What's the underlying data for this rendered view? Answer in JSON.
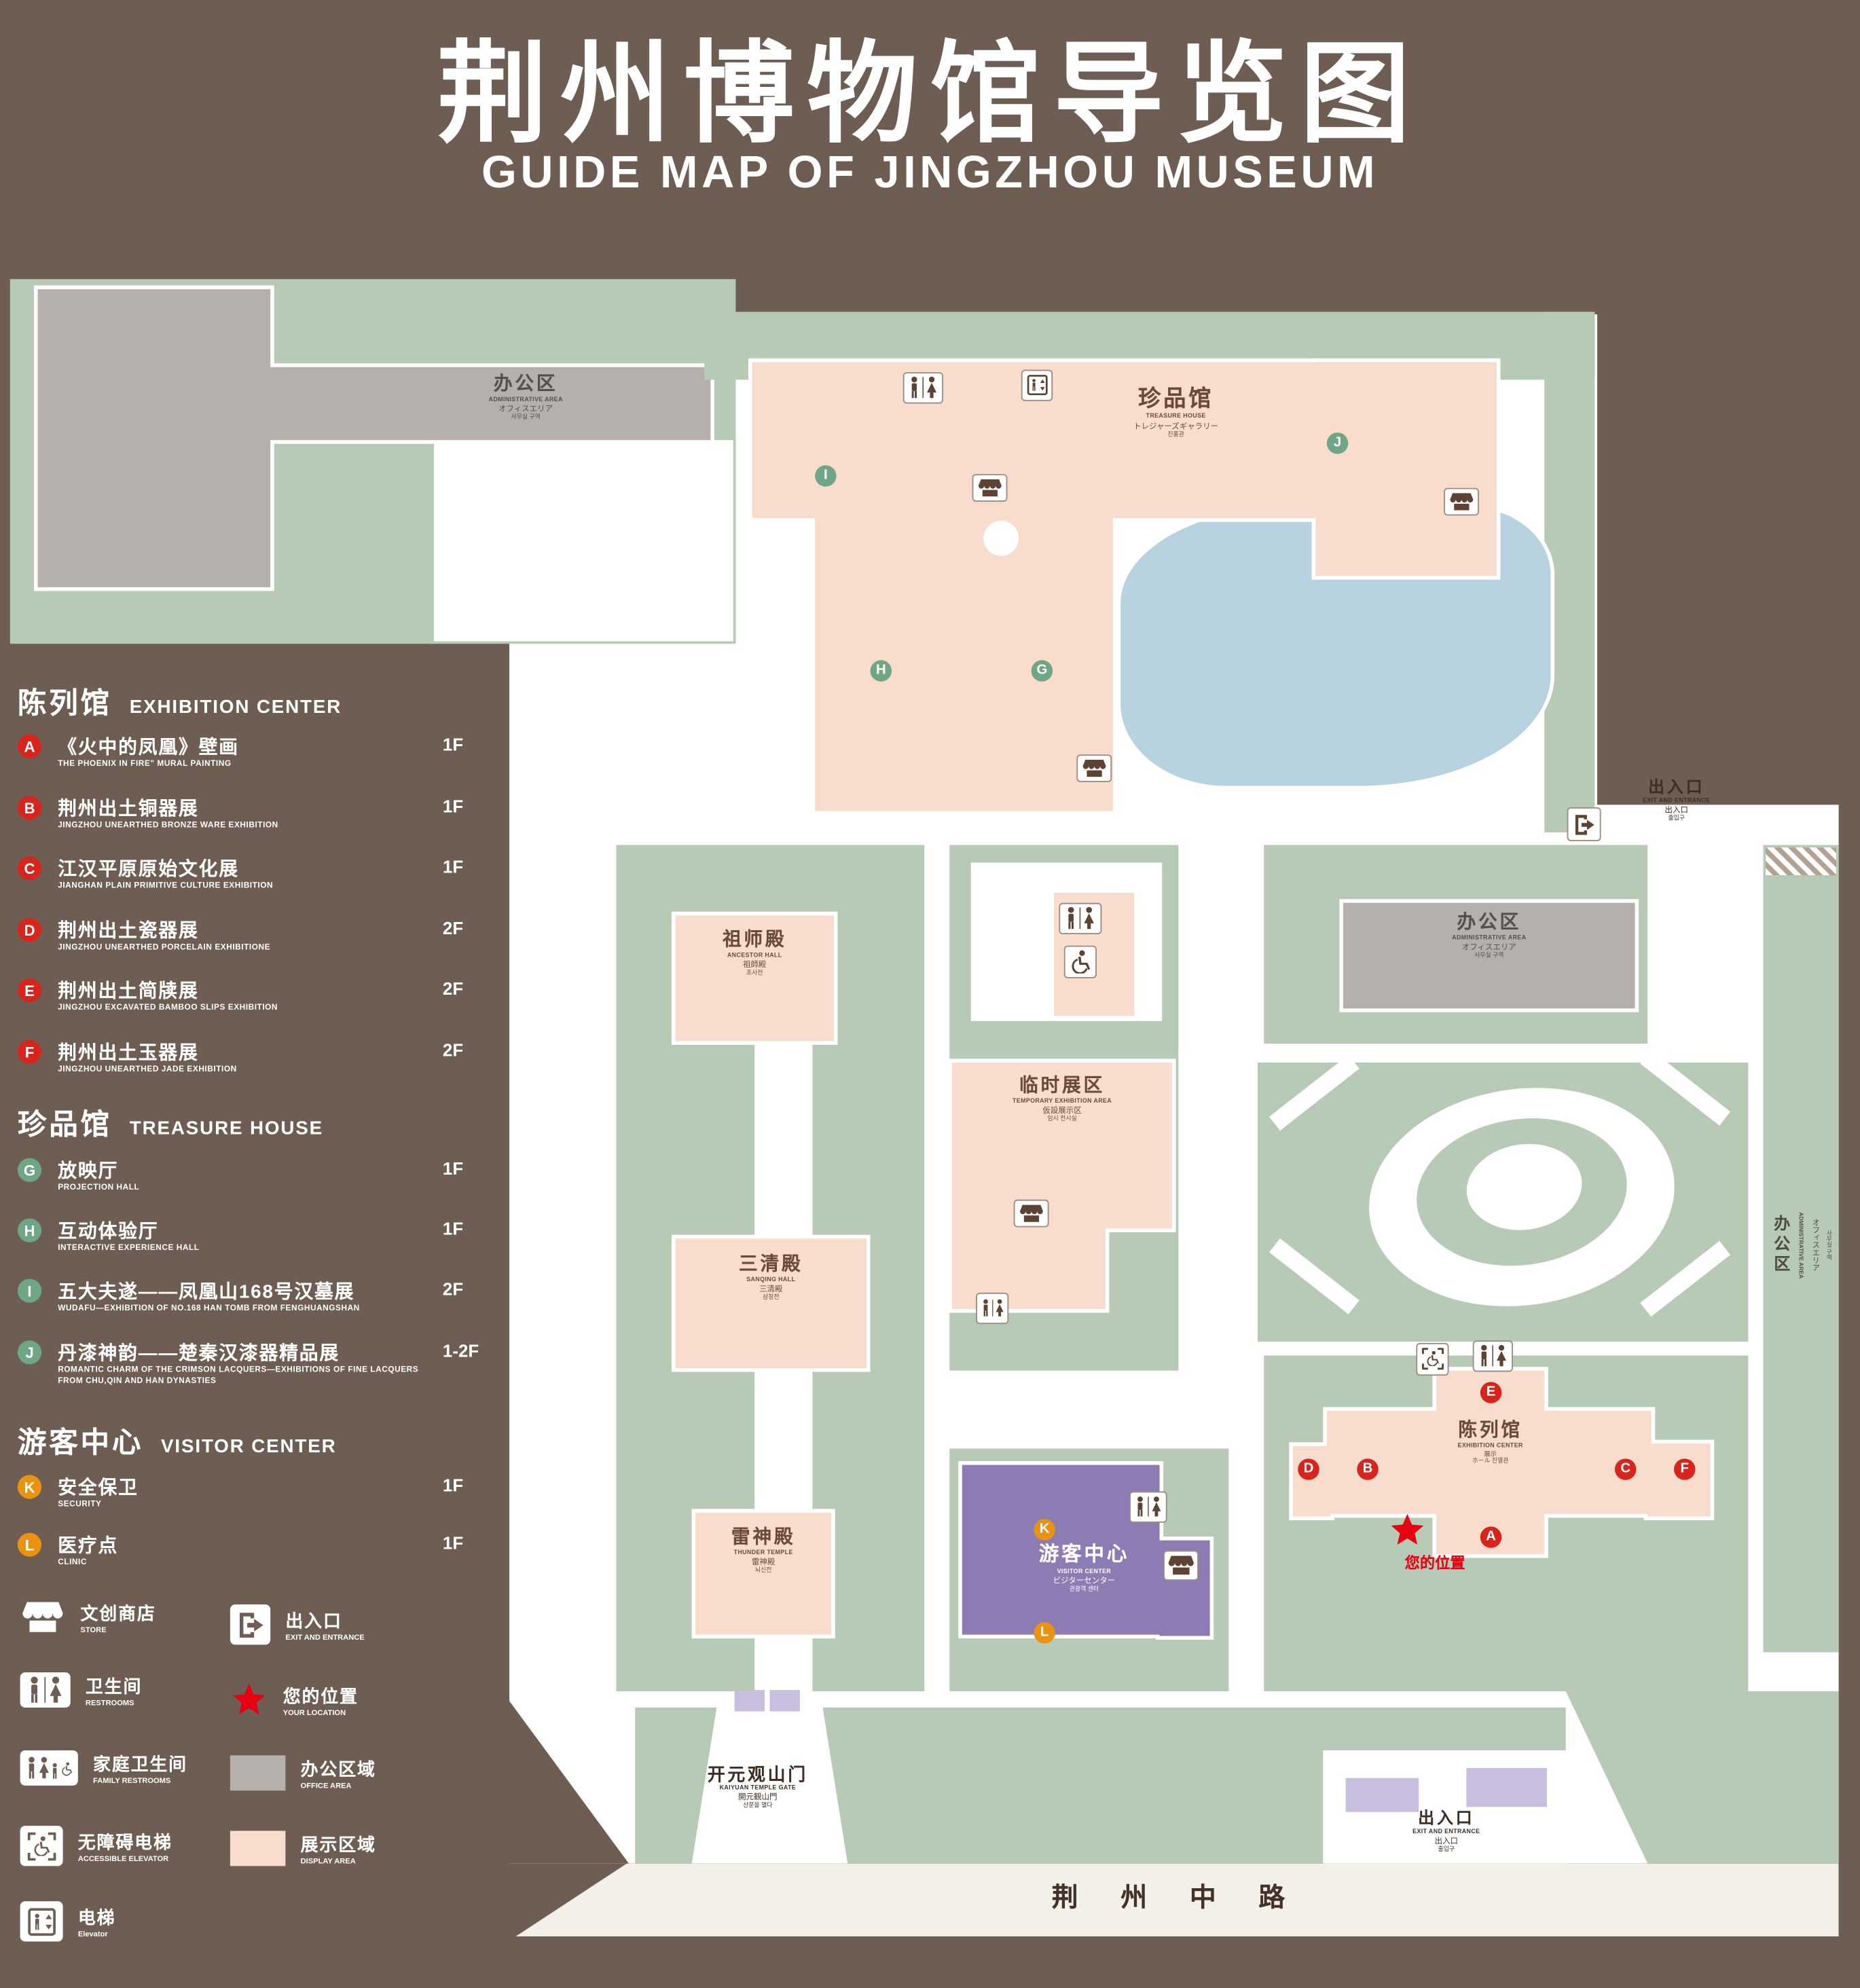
{
  "title": {
    "zh": "荆州博物馆导览图",
    "en": "GUIDE MAP OF JINGZHOU MUSEUM"
  },
  "legend": {
    "sections": [
      {
        "zh": "陈列馆",
        "en": "EXHIBITION CENTER",
        "items": [
          {
            "letter": "A",
            "zh": "《火中的凤凰》壁画",
            "en": "THE PHOENIX IN FIRE\" MURAL PAINTING",
            "floor": "1F"
          },
          {
            "letter": "B",
            "zh": "荆州出土铜器展",
            "en": "JINGZHOU UNEARTHED BRONZE WARE EXHIBITION",
            "floor": "1F"
          },
          {
            "letter": "C",
            "zh": "江汉平原原始文化展",
            "en": "JIANGHAN PLAIN PRIMITIVE CULTURE EXHIBITION",
            "floor": "1F"
          },
          {
            "letter": "D",
            "zh": "荆州出土瓷器展",
            "en": "JINGZHOU UNEARTHED PORCELAIN EXHIBITIONE",
            "floor": "2F"
          },
          {
            "letter": "E",
            "zh": "荆州出土简牍展",
            "en": "JINGZHOU EXCAVATED BAMBOO SLIPS EXHIBITION",
            "floor": "2F"
          },
          {
            "letter": "F",
            "zh": "荆州出土玉器展",
            "en": "JINGZHOU UNEARTHED JADE EXHIBITION",
            "floor": "2F"
          }
        ]
      },
      {
        "zh": "珍品馆",
        "en": "TREASURE HOUSE",
        "items": [
          {
            "letter": "G",
            "zh": "放映厅",
            "en": "PROJECTION HALL",
            "floor": "1F"
          },
          {
            "letter": "H",
            "zh": "互动体验厅",
            "en": "INTERACTIVE EXPERIENCE HALL",
            "floor": "1F"
          },
          {
            "letter": "I",
            "zh": "五大夫遂——凤凰山168号汉墓展",
            "en": "WUDAFU—EXHIBITION OF NO.168 HAN TOMB FROM FENGHUANGSHAN",
            "floor": "2F"
          },
          {
            "letter": "J",
            "zh": "丹漆神韵——楚秦汉漆器精品展",
            "en": "ROMANTIC CHARM OF THE CRIMSON LACQUERS—EXHIBITIONS OF FINE LACQUERS FROM CHU,QIN AND HAN DYNASTIES",
            "floor": "1-2F"
          }
        ]
      },
      {
        "zh": "游客中心",
        "en": "VISITOR CENTER",
        "items": [
          {
            "letter": "K",
            "zh": "安全保卫",
            "en": "SECURITY",
            "floor": "1F"
          },
          {
            "letter": "L",
            "zh": "医疗点",
            "en": "CLINIC",
            "floor": "1F"
          }
        ]
      }
    ],
    "symbols": [
      {
        "id": "store",
        "zh": "文创商店",
        "en": "STORE"
      },
      {
        "id": "exit",
        "zh": "出入口",
        "en": "EXIT AND ENTRANCE"
      },
      {
        "id": "restroom",
        "zh": "卫生间",
        "en": "RESTROOMS"
      },
      {
        "id": "location",
        "zh": "您的位置",
        "en": "YOUR LOCATION"
      },
      {
        "id": "family-restroom",
        "zh": "家庭卫生间",
        "en": "FAMILY RESTROOMS"
      },
      {
        "id": "office-area",
        "zh": "办公区域",
        "en": "OFFICE AREA"
      },
      {
        "id": "accessible-elevator",
        "zh": "无障碍电梯",
        "en": "ACCESSIBLE ELEVATOR"
      },
      {
        "id": "display-area",
        "zh": "展示区域",
        "en": "DISPLAY AREA"
      },
      {
        "id": "elevator",
        "zh": "电梯",
        "en": "Elevator"
      }
    ]
  },
  "map": {
    "buildings": {
      "admin_nw": {
        "zh": "办公区",
        "en": "ADMINISTRATIVE AREA",
        "ja": "オフィスエリア",
        "kr": "사무실 구역"
      },
      "treasure_house": {
        "zh": "珍品馆",
        "en": "TREASURE HOUSE",
        "ja": "トレジャーズギャラリー",
        "kr": "진품관"
      },
      "ancestor_hall": {
        "zh": "祖师殿",
        "en": "ANCESTOR HALL",
        "ja": "祖師殿",
        "kr": "조사전"
      },
      "temporary_exhibition": {
        "zh": "临时展区",
        "en": "TEMPORARY EXHIBITION AREA",
        "ja": "仮設展示区",
        "kr": "임시 전시실"
      },
      "admin_east": {
        "zh": "办公区",
        "en": "ADMINISTRATIVE AREA",
        "ja": "オフィスエリア",
        "kr": "사무실 구역"
      },
      "sanqing_hall": {
        "zh": "三清殿",
        "en": "SANQING HALL",
        "ja": "三清殿",
        "kr": "삼청전"
      },
      "thunder_temple": {
        "zh": "雷神殿",
        "en": "THUNDER TEMPLE",
        "ja": "雷神殿",
        "kr": "뇌신전"
      },
      "visitor_center": {
        "zh": "游客中心",
        "en": "VISITOR CENTER",
        "ja": "ビジターセンター",
        "kr": "관광객 센터"
      },
      "exhibition_center": {
        "zh": "陈列馆",
        "en": "EXHIBITION CENTER",
        "ja": "展示",
        "kr": "ホール 진열관"
      },
      "admin_strip": {
        "zh": "办公区",
        "en": "ADMINISTRATIVE AREA",
        "ja": "オフィスエリア",
        "kr": "사무실 구역"
      }
    },
    "labels": {
      "exit_ne": {
        "zh": "出入口",
        "en": "EXIT AND ENTRANCE",
        "ja": "出入口",
        "kr": "출입구"
      },
      "exit_south": {
        "zh": "出入口",
        "en": "EXIT AND ENTRANCE",
        "ja": "出入口",
        "kr": "출입구"
      },
      "gate": {
        "zh": "开元观山门",
        "en": "KAIYUAN TEMPLE GATE",
        "ja": "開元観山門",
        "kr": "산문을 열다"
      },
      "road": "荆 州 中 路",
      "your_location": "您的位置"
    },
    "markers": {
      "a": "A",
      "b": "B",
      "c": "C",
      "d": "D",
      "e": "E",
      "f": "F",
      "g": "G",
      "h": "H",
      "i": "I",
      "j": "J",
      "k": "K",
      "l": "L"
    }
  },
  "colors": {
    "background": "#6e5d52",
    "lawn": "#b7cab5",
    "display_area": "#f8dcce",
    "office_area": "#b5b0ac",
    "pond": "#b9d2df",
    "visitor_center": "#8d7bb4",
    "marker_red": "#d7251d",
    "marker_green": "#6fa685",
    "marker_orange": "#ea9312",
    "star_red": "#e60012",
    "road": "#f3f0ea",
    "lavender": "#c9bedd"
  }
}
